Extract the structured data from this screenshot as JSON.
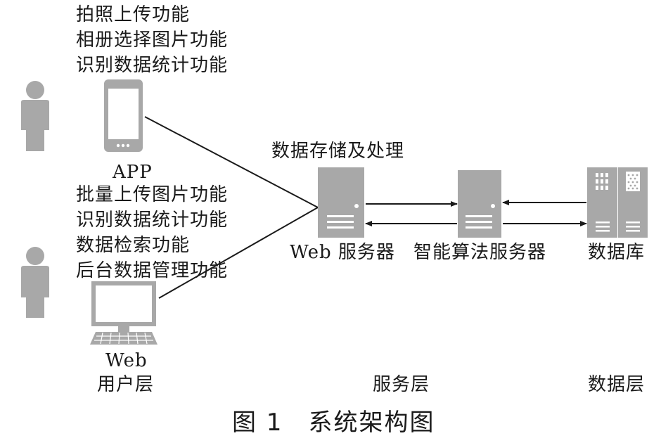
{
  "app_features": [
    "拍照上传功能",
    "相册选择图片功能",
    "识别数据统计功能"
  ],
  "app_label": "APP",
  "web_features": [
    "批量上传图片功能",
    "识别数据统计功能",
    "数据检索功能",
    "后台数据管理功能"
  ],
  "web_label": "Web",
  "storage_label": "数据存储及处理",
  "web_server_label": "Web 服务器",
  "algo_server_label": "智能算法服务器",
  "database_label": "数据库",
  "layers": {
    "user": "用户层",
    "service": "服务层",
    "data": "数据层"
  },
  "caption": "图 1　系统架构图",
  "colors": {
    "icon_fill": "#a8a8a8",
    "line": "#1a1a1a",
    "text": "#1a1a1a"
  },
  "icons": [
    "person-icon",
    "smartphone-icon",
    "desktop-computer-icon",
    "server-icon",
    "database-icon"
  ]
}
